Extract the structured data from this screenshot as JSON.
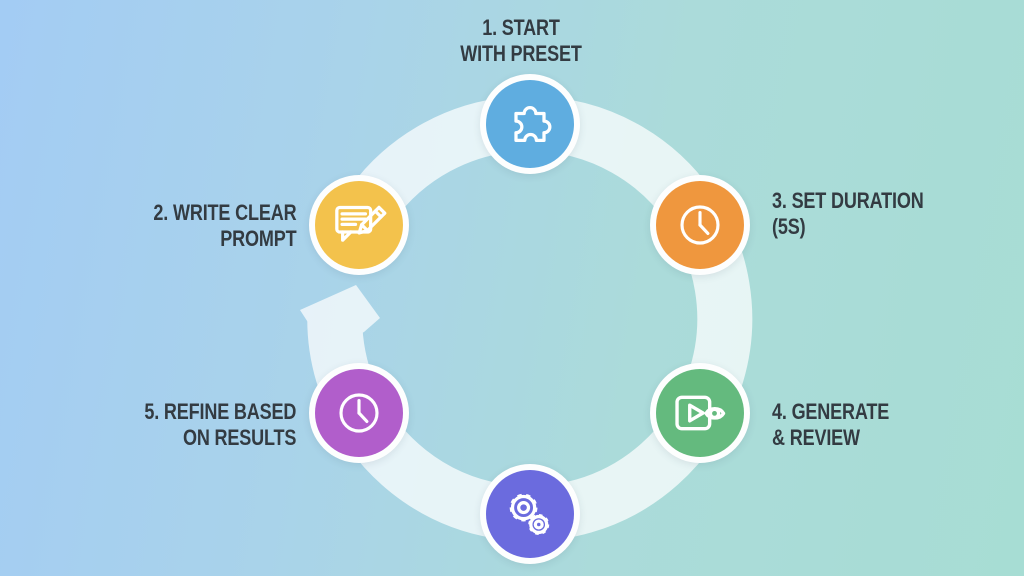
{
  "title_present": false,
  "text_color": "#333b42",
  "background": {
    "gradient_left": "#a3ccf4",
    "gradient_right": "#a7ddd4"
  },
  "ring": {
    "color": "#ffffff",
    "opacity": "0.72",
    "direction": "clockwise"
  },
  "node_border_color": "#fdfefe",
  "steps": [
    {
      "id": "1",
      "position": "top",
      "icon": "puzzle-icon",
      "color": "#5fade0",
      "label_lines": [
        "1. START",
        "WITH PRESET"
      ]
    },
    {
      "id": "2",
      "position": "upper-left",
      "icon": "chat-pencil-icon",
      "color": "#f3c24c",
      "label_lines": [
        "2. WRITE CLEAR",
        "PROMPT"
      ]
    },
    {
      "id": "3",
      "position": "upper-right",
      "icon": "clock-icon",
      "color": "#ef973e",
      "label_lines": [
        "3. SET DURATION",
        "(5s)"
      ]
    },
    {
      "id": "4",
      "position": "lower-right",
      "icon": "play-eye-icon",
      "color": "#64ba7e",
      "label_lines": [
        "4. GENERATE",
        "& REVIEW"
      ]
    },
    {
      "id": "5",
      "position": "lower-left",
      "icon": "clock-icon",
      "color": "#b15ecb",
      "label_lines": [
        "5. REFINE BASED",
        "ON RESULTS"
      ]
    },
    {
      "id": "6",
      "position": "bottom",
      "icon": "gears-icon",
      "color": "#6b6bde",
      "label_lines": []
    }
  ]
}
